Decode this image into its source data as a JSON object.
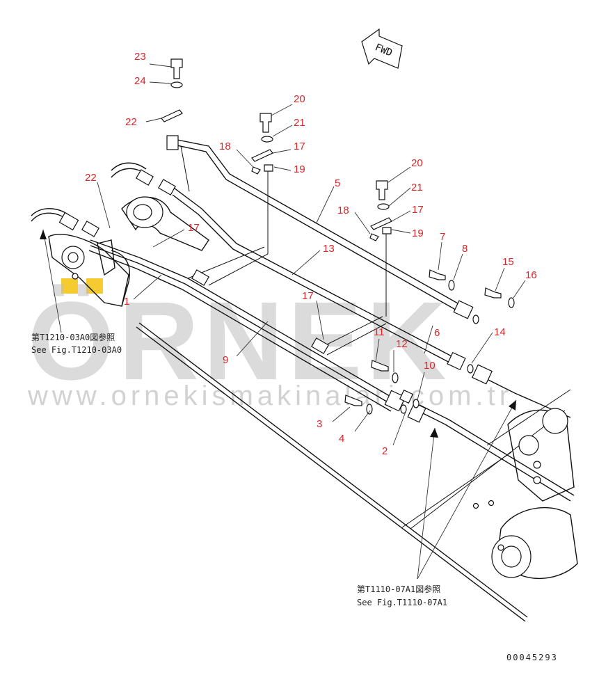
{
  "watermark": {
    "brand": "ÖRNEK",
    "url": "www.ornekismakinalari.com.tr",
    "accent_color": "#f5c518",
    "text_color": "#bfbfbf"
  },
  "direction_marker": "FWD",
  "callouts": [
    {
      "id": "c23",
      "label": "23"
    },
    {
      "id": "c24",
      "label": "24"
    },
    {
      "id": "c22a",
      "label": "22"
    },
    {
      "id": "c22b",
      "label": "22"
    },
    {
      "id": "c20a",
      "label": "20"
    },
    {
      "id": "c21a",
      "label": "21"
    },
    {
      "id": "c18a",
      "label": "18"
    },
    {
      "id": "c17a",
      "label": "17"
    },
    {
      "id": "c19a",
      "label": "19"
    },
    {
      "id": "c20b",
      "label": "20"
    },
    {
      "id": "c5",
      "label": "5"
    },
    {
      "id": "c21b",
      "label": "21"
    },
    {
      "id": "c18b",
      "label": "18"
    },
    {
      "id": "c17b",
      "label": "17"
    },
    {
      "id": "c19b",
      "label": "19"
    },
    {
      "id": "c17c",
      "label": "17"
    },
    {
      "id": "c13",
      "label": "13"
    },
    {
      "id": "c7",
      "label": "7"
    },
    {
      "id": "c8",
      "label": "8"
    },
    {
      "id": "c15",
      "label": "15"
    },
    {
      "id": "c16",
      "label": "16"
    },
    {
      "id": "c1",
      "label": "1"
    },
    {
      "id": "c17d",
      "label": "17"
    },
    {
      "id": "c6",
      "label": "6"
    },
    {
      "id": "c14",
      "label": "14"
    },
    {
      "id": "c11",
      "label": "11"
    },
    {
      "id": "c12",
      "label": "12"
    },
    {
      "id": "c9",
      "label": "9"
    },
    {
      "id": "c10",
      "label": "10"
    },
    {
      "id": "c3",
      "label": "3"
    },
    {
      "id": "c4",
      "label": "4"
    },
    {
      "id": "c2",
      "label": "2"
    }
  ],
  "references": {
    "left_jp": "第T1210-03A0図参照",
    "left_en": "See Fig.T1210-03A0",
    "right_jp": "第T1110-07A1図参照",
    "right_en": "See Fig.T1110-07A1"
  },
  "drawing_number": "00045293"
}
